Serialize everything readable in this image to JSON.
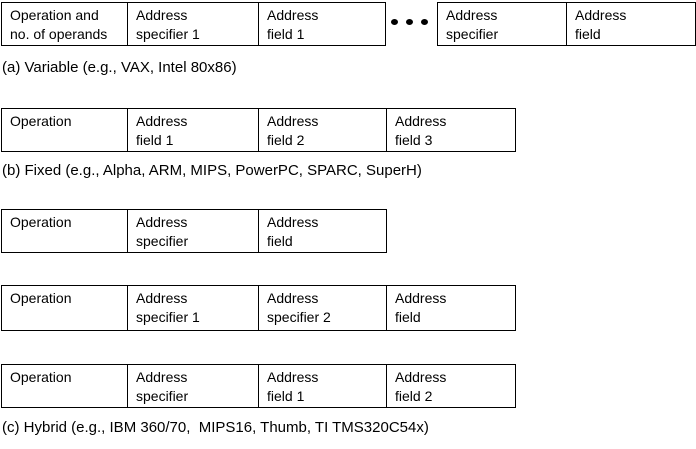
{
  "colors": {
    "line": "#000000",
    "text": "#000000",
    "background": "#ffffff"
  },
  "ellipsis": {
    "dot_count": 3,
    "glyph": "• • •"
  },
  "rows": {
    "variable": {
      "left": {
        "cells": [
          {
            "line1": "Operation and",
            "line2": "no. of operands"
          },
          {
            "line1": "Address",
            "line2": "specifier 1"
          },
          {
            "line1": "Address",
            "line2": "field 1"
          }
        ]
      },
      "right": {
        "cells": [
          {
            "line1": "Address",
            "line2": "specifier"
          },
          {
            "line1": "Address",
            "line2": "field"
          }
        ]
      }
    },
    "fixed": {
      "cells": [
        {
          "line1": "Operation",
          "line2": ""
        },
        {
          "line1": "Address",
          "line2": "field 1"
        },
        {
          "line1": "Address",
          "line2": "field 2"
        },
        {
          "line1": "Address",
          "line2": "field 3"
        }
      ]
    },
    "hybrid1": {
      "cells": [
        {
          "line1": "Operation",
          "line2": ""
        },
        {
          "line1": "Address",
          "line2": "specifier"
        },
        {
          "line1": "Address",
          "line2": "field"
        }
      ]
    },
    "hybrid2": {
      "cells": [
        {
          "line1": "Operation",
          "line2": ""
        },
        {
          "line1": "Address",
          "line2": "specifier 1"
        },
        {
          "line1": "Address",
          "line2": "specifier 2"
        },
        {
          "line1": "Address",
          "line2": "field"
        }
      ]
    },
    "hybrid3": {
      "cells": [
        {
          "line1": "Operation",
          "line2": ""
        },
        {
          "line1": "Address",
          "line2": "specifier"
        },
        {
          "line1": "Address",
          "line2": "field 1"
        },
        {
          "line1": "Address",
          "line2": "field 2"
        }
      ]
    }
  },
  "captions": {
    "a": "(a) Variable (e.g., VAX, Intel 80x86)",
    "b": "(b) Fixed (e.g., Alpha, ARM, MIPS, PowerPC, SPARC, SuperH)",
    "c": "(c) Hybrid (e.g., IBM 360/70,  MIPS16, Thumb, TI TMS320C54x)"
  }
}
